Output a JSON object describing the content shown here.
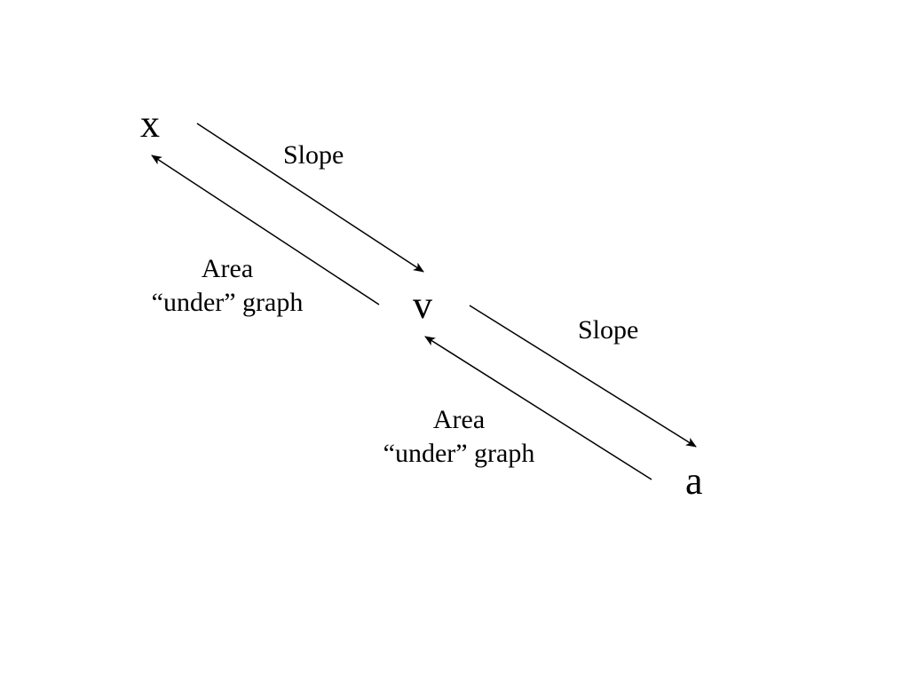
{
  "nodes": {
    "x": "x",
    "v": "v",
    "a": "a"
  },
  "edges": {
    "x_to_v": {
      "label": "Slope"
    },
    "v_to_x": {
      "label_line1": "Area",
      "label_line2": "“under” graph"
    },
    "v_to_a": {
      "label": "Slope"
    },
    "a_to_v": {
      "label_line1": "Area",
      "label_line2": "“under” graph"
    }
  },
  "colors": {
    "stroke": "#000000",
    "background": "#ffffff"
  }
}
